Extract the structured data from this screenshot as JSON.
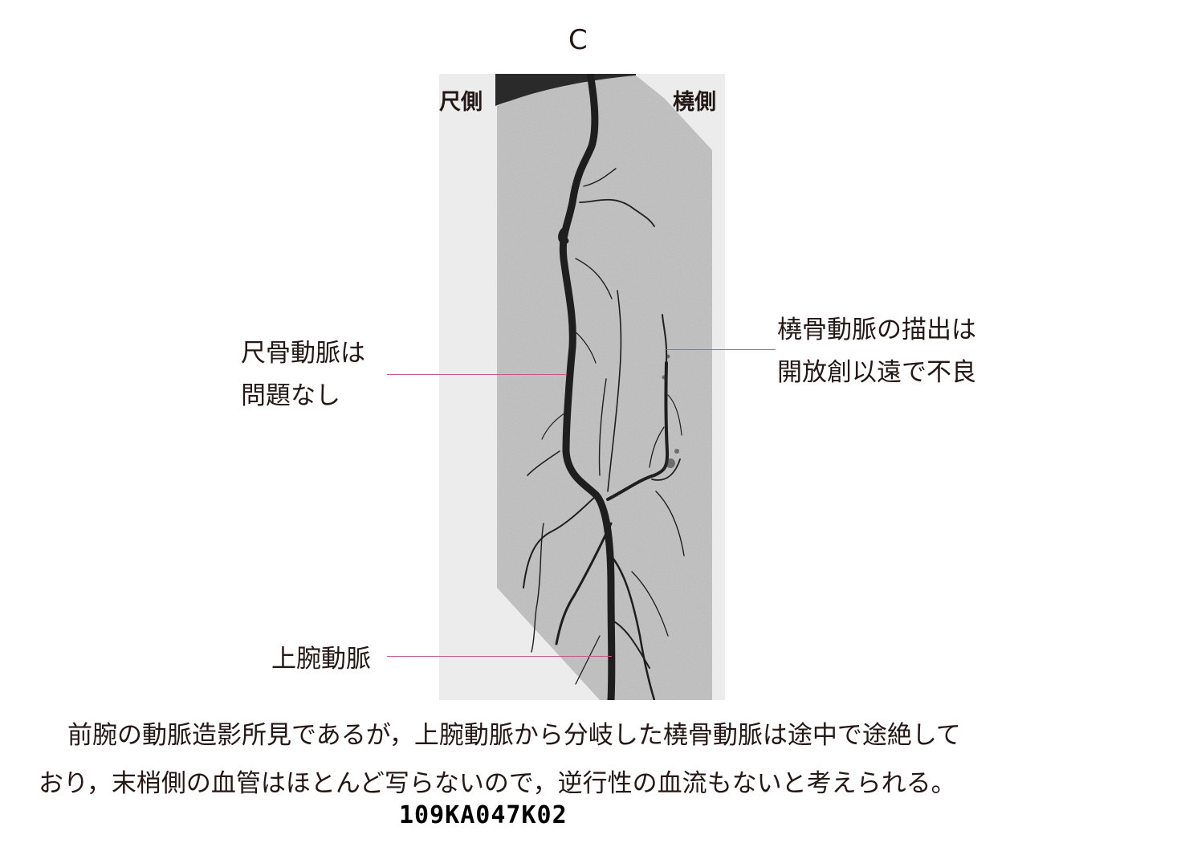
{
  "figure": {
    "panel_letter": "C",
    "side_left": "尺側",
    "side_right": "橈側"
  },
  "annotations": {
    "ulnar_line1": "尺骨動脈は",
    "ulnar_line2": "問題なし",
    "radial_line1": "橈骨動脈の描出は",
    "radial_line2": "開放創以遠で不良",
    "brachial": "上腕動脈"
  },
  "caption": {
    "line1": "前腕の動脈造影所見であるが，上腕動脈から分岐した橈骨動脈は途中で途絶して",
    "line2": "おり，末梢側の血管はほとんど写らないので，逆行性の血流もないと考えられる。"
  },
  "code": "109KA047K02",
  "colors": {
    "leader": "#c5578f",
    "text": "#231815",
    "image_bg": "#c4c4c4",
    "vessel": "#1e1e1e"
  }
}
